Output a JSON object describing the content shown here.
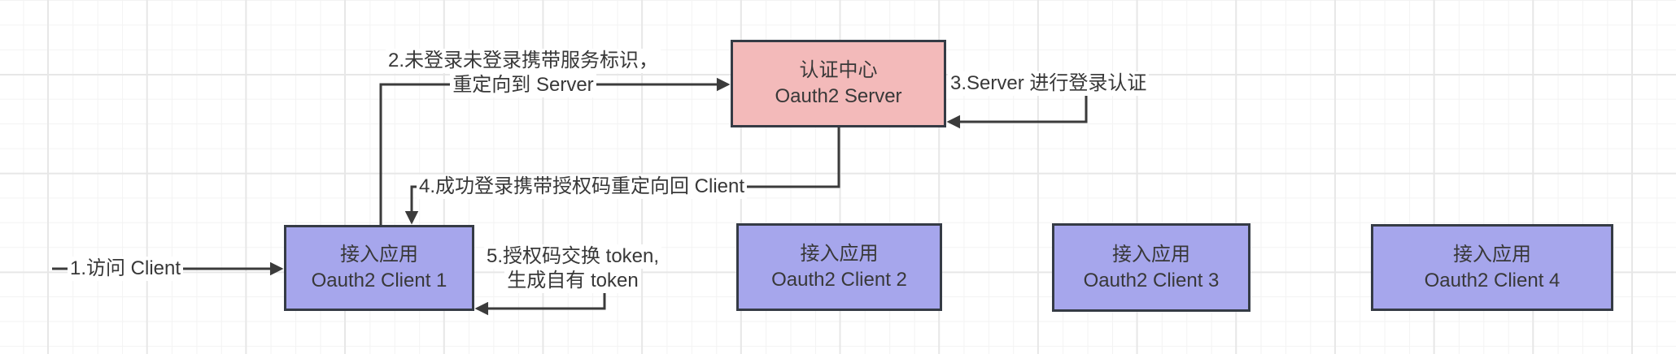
{
  "nodes": {
    "server": {
      "line1": "认证中心",
      "line2": "Oauth2 Server"
    },
    "client1": {
      "line1": "接入应用",
      "line2": "Oauth2 Client 1"
    },
    "client2": {
      "line1": "接入应用",
      "line2": "Oauth2 Client 2"
    },
    "client3": {
      "line1": "接入应用",
      "line2": "Oauth2 Client 3"
    },
    "client4": {
      "line1": "接入应用",
      "line2": "Oauth2 Client 4"
    }
  },
  "steps": {
    "step1": {
      "text": "1.访问 Client"
    },
    "step2": {
      "line1": "2.未登录未登录携带服务标识，",
      "line2": "重定向到 Server"
    },
    "step3": {
      "text": "3.Server 进行登录认证"
    },
    "step4": {
      "text": "4.成功登录携带授权码重定向回 Client"
    },
    "step5": {
      "line1": "5.授权码交换 token,",
      "line2": "生成自有 token"
    }
  },
  "colors": {
    "server_fill": "#f3baba",
    "client_fill": "#a6a6ec",
    "node_border": "#353b45",
    "arrow": "#3b3b3b",
    "text": "#383838",
    "grid_minor": "#f3f3f3",
    "grid_major": "#e7e7e7",
    "canvas_bg": "#ffffff"
  }
}
